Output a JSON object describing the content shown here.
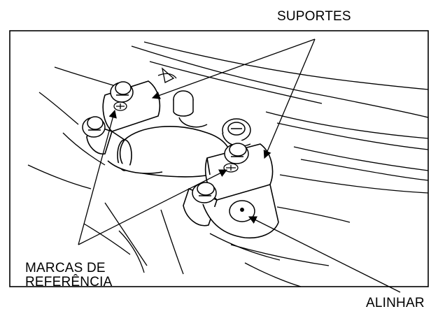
{
  "labels": {
    "supports": "SUPORTES",
    "reference_marks_line1": "MARCAS DE",
    "reference_marks_line2": "REFERÊNCIA",
    "align": "ALINHAR"
  },
  "colors": {
    "line": "#000000",
    "background": "#ffffff"
  }
}
